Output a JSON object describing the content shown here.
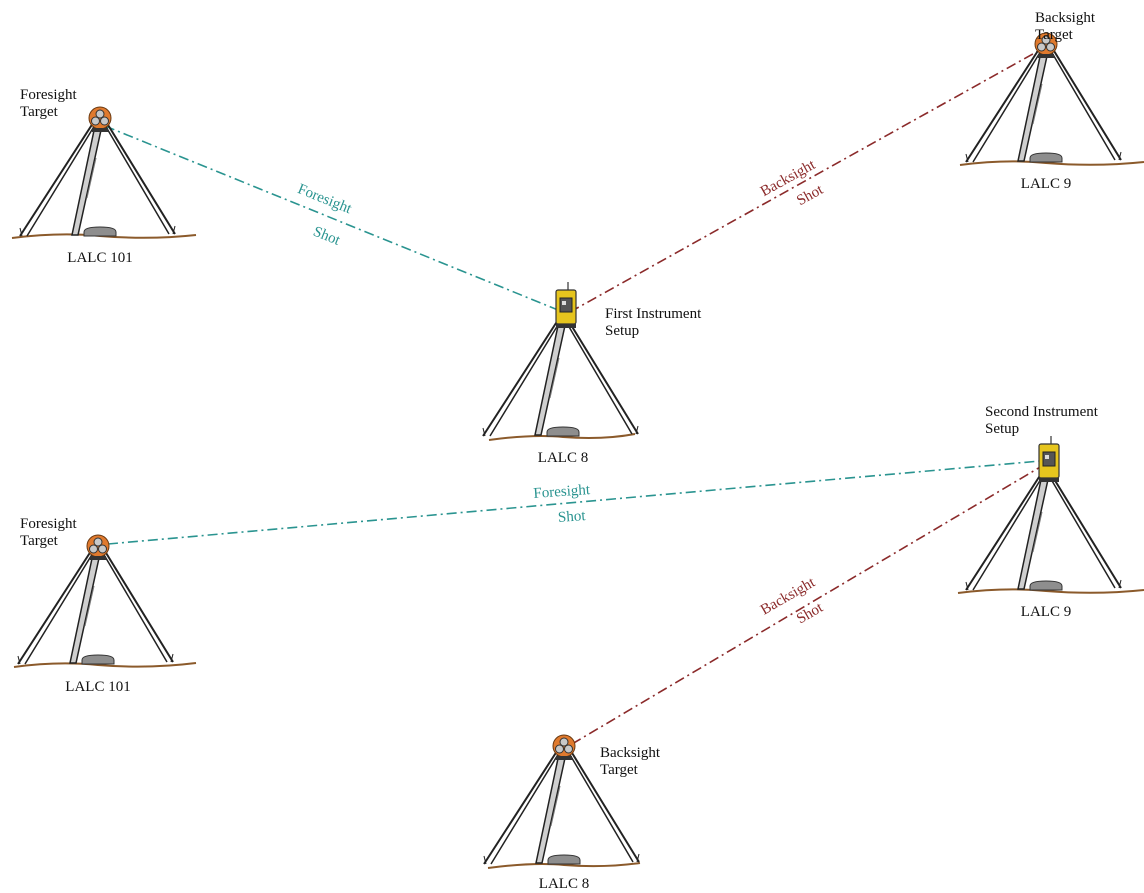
{
  "colors": {
    "foresight": "#2a9490",
    "backsight": "#8b2a2a",
    "ground": "#8b5a2b",
    "leg": "#222222",
    "target_orange": "#e07a2e",
    "instrument_yellow": "#e6c51e"
  },
  "top": {
    "foresight_target": {
      "line1": "Foresight",
      "line2": "Target",
      "station": "LALC 101"
    },
    "backsight_target": {
      "line1": "Backsight",
      "line2": "Target",
      "station": "LALC 9"
    },
    "instrument": {
      "line1": "First Instrument",
      "line2": "Setup",
      "station": "LALC 8"
    },
    "foresight_shot": {
      "line1": "Foresight",
      "line2": "Shot"
    },
    "backsight_shot": {
      "line1": "Backsight",
      "line2": "Shot"
    }
  },
  "bottom": {
    "foresight_target": {
      "line1": "Foresight",
      "line2": "Target",
      "station": "LALC 101"
    },
    "instrument": {
      "line1": "Second Instrument",
      "line2": "Setup",
      "station": "LALC 9"
    },
    "backsight_target": {
      "line1": "Backsight",
      "line2": "Target",
      "station": "LALC 8"
    },
    "foresight_shot": {
      "line1": "Foresight",
      "line2": "Shot"
    },
    "backsight_shot": {
      "line1": "Backsight",
      "line2": "Shot"
    }
  }
}
